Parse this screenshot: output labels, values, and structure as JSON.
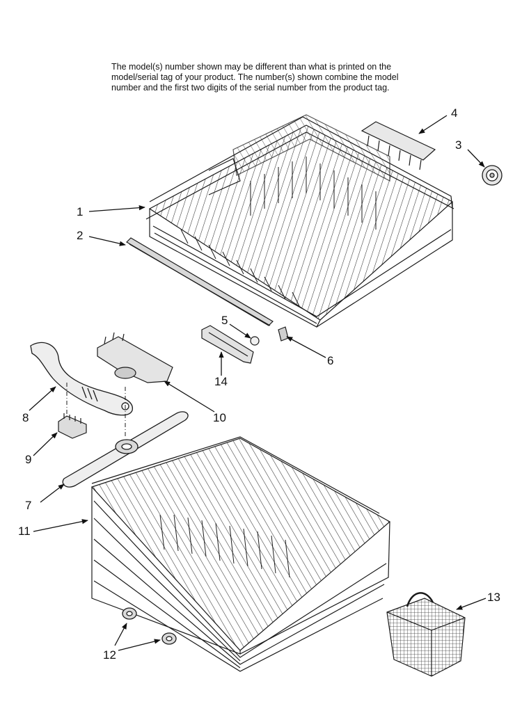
{
  "note": {
    "lines": [
      "The model(s) number shown may be different than what is printed on the",
      "model/serial tag of your product. The number(s) shown combine the model",
      "number and the first two digits of the serial number from the product tag."
    ]
  },
  "callouts": [
    {
      "id": "1",
      "part": "upper-rack"
    },
    {
      "id": "2",
      "part": "rack-rail"
    },
    {
      "id": "3",
      "part": "rack-wheel"
    },
    {
      "id": "4",
      "part": "tine-row"
    },
    {
      "id": "5",
      "part": "rail-stop-ball"
    },
    {
      "id": "6",
      "part": "rail-end-cap"
    },
    {
      "id": "7",
      "part": "lower-spray-arm"
    },
    {
      "id": "8",
      "part": "feed-tube"
    },
    {
      "id": "9",
      "part": "spray-arm-clip"
    },
    {
      "id": "10",
      "part": "manifold"
    },
    {
      "id": "11",
      "part": "lower-rack"
    },
    {
      "id": "12",
      "part": "lower-rack-wheel"
    },
    {
      "id": "13",
      "part": "silverware-basket"
    },
    {
      "id": "14",
      "part": "rail-bracket"
    }
  ],
  "colors": {
    "line": "#1a1a1a",
    "part_fill": "#f2f2f2"
  }
}
